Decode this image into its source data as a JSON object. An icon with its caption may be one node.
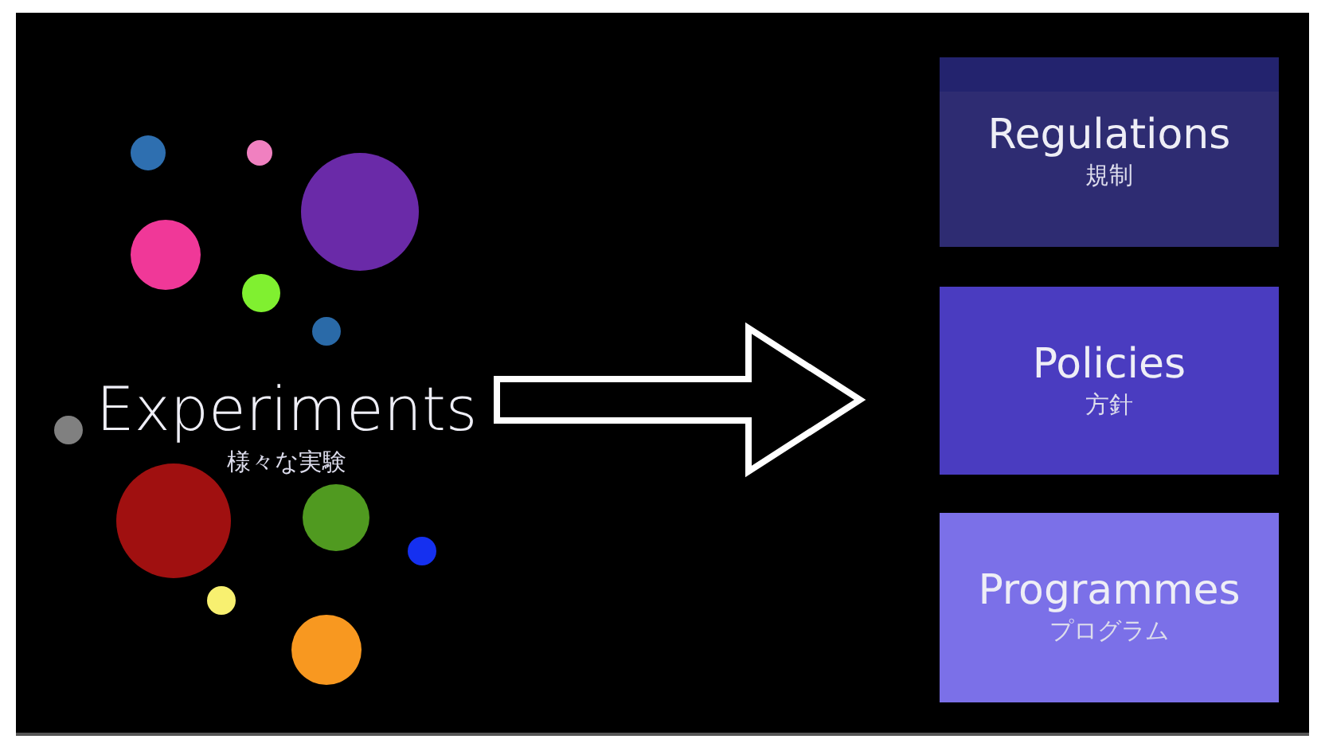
{
  "diagram": {
    "nodes": [
      {
        "text": [
          "Experiments",
          "様々な実験"
        ]
      },
      {
        "text": [
          "Regulations",
          "規制"
        ]
      },
      {
        "text": [
          "Policies",
          "方針"
        ]
      },
      {
        "text": [
          "Programmes",
          "プログラム"
        ]
      }
    ],
    "edges": [
      {
        "from": 0,
        "to": 2,
        "arrow": "to"
      }
    ]
  }
}
